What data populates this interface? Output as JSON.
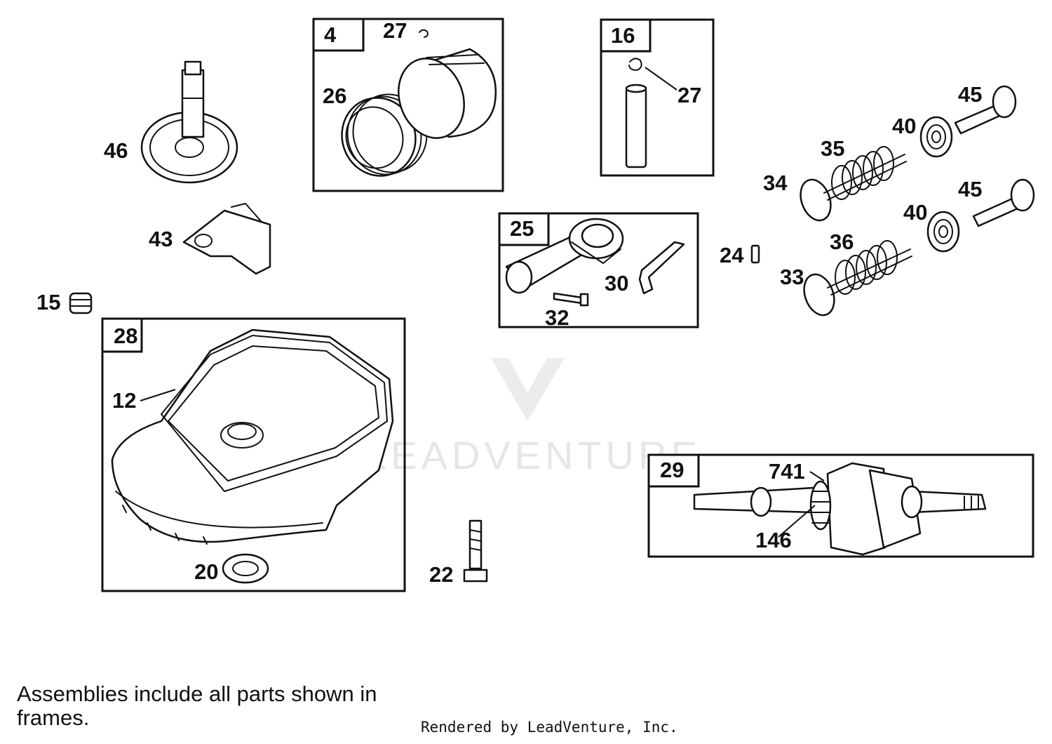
{
  "watermark": "LEADVENTURE",
  "assemblies": [
    {
      "id": "4"
    },
    {
      "id": "16"
    },
    {
      "id": "25"
    },
    {
      "id": "28"
    },
    {
      "id": "29"
    }
  ],
  "callouts": [
    "4",
    "12",
    "15",
    "16",
    "20",
    "22",
    "24",
    "25",
    "26",
    "27",
    "27",
    "28",
    "29",
    "30",
    "32",
    "33",
    "34",
    "35",
    "36",
    "40",
    "40",
    "43",
    "45",
    "45",
    "46",
    "146",
    "741"
  ],
  "footer": {
    "note": "Assemblies include all parts shown in frames.",
    "rendered_by": "Rendered by LeadVenture, Inc."
  }
}
